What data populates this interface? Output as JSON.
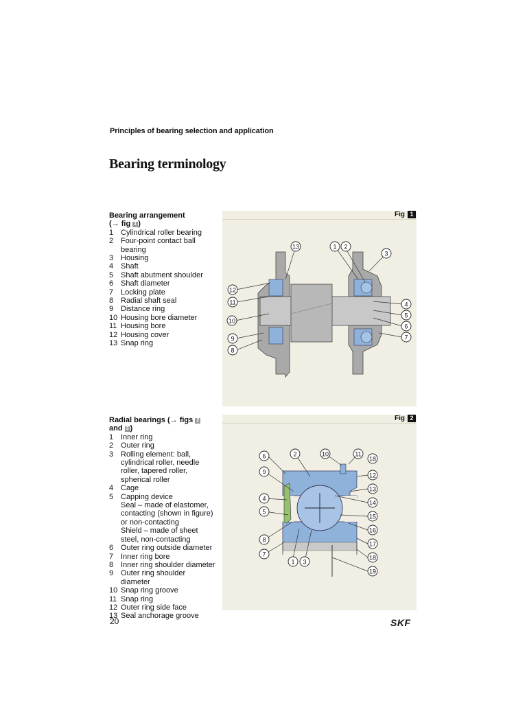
{
  "header": "Principles of bearing selection and application",
  "title": "Bearing terminology",
  "section1": {
    "heading": "Bearing arrangement",
    "ref_prefix": "(→ fig ",
    "ref_fig": "1",
    "ref_suffix": ")",
    "items": [
      {
        "num": "1",
        "label": "Cylindrical roller bearing"
      },
      {
        "num": "2",
        "label": "Four-point contact ball bearing"
      },
      {
        "num": "3",
        "label": "Housing"
      },
      {
        "num": "4",
        "label": "Shaft"
      },
      {
        "num": "5",
        "label": "Shaft abutment shoulder"
      },
      {
        "num": "6",
        "label": "Shaft diameter"
      },
      {
        "num": "7",
        "label": "Locking plate"
      },
      {
        "num": "8",
        "label": "Radial shaft seal"
      },
      {
        "num": "9",
        "label": "Distance ring"
      },
      {
        "num": "10",
        "label": "Housing bore diameter"
      },
      {
        "num": "11",
        "label": "Housing bore"
      },
      {
        "num": "12",
        "label": "Housing cover"
      },
      {
        "num": "13",
        "label": "Snap ring"
      }
    ]
  },
  "section2": {
    "heading": "Radial bearings",
    "ref_prefix": "(→ figs ",
    "ref_fig_a": "2",
    "ref_mid": "and ",
    "ref_fig_b": "3",
    "ref_suffix": ")",
    "items": [
      {
        "num": "1",
        "label": "Inner ring"
      },
      {
        "num": "2",
        "label": "Outer ring"
      },
      {
        "num": "3",
        "label": "Rolling element: ball, cylindrical roller, needle roller, tapered roller, spherical roller"
      },
      {
        "num": "4",
        "label": "Cage"
      },
      {
        "num": "5",
        "label": "Capping device"
      },
      {
        "num": "",
        "label": "Seal – made of elastomer, contacting (shown in figure) or non-contacting"
      },
      {
        "num": "",
        "label": "Shield – made of sheet steel, non-contacting"
      },
      {
        "num": "6",
        "label": "Outer ring outside diameter"
      },
      {
        "num": "7",
        "label": "Inner ring bore"
      },
      {
        "num": "8",
        "label": "Inner ring shoulder diameter"
      },
      {
        "num": "9",
        "label": "Outer ring shoulder diameter"
      },
      {
        "num": "10",
        "label": "Snap ring groove"
      },
      {
        "num": "11",
        "label": "Snap ring"
      },
      {
        "num": "12",
        "label": "Outer ring side face"
      },
      {
        "num": "13",
        "label": "Seal anchorage groove"
      }
    ]
  },
  "fig1": {
    "label": "Fig",
    "number": "1",
    "callouts": [
      "13",
      "1",
      "2",
      "3",
      "12",
      "11",
      "10",
      "9",
      "8",
      "4",
      "5",
      "6",
      "7"
    ]
  },
  "fig2": {
    "label": "Fig",
    "number": "2",
    "callouts": [
      "6",
      "2",
      "10",
      "11",
      "18",
      "9",
      "12",
      "13",
      "4",
      "14",
      "5",
      "15",
      "16",
      "8",
      "17",
      "7",
      "18",
      "1",
      "3",
      "19"
    ]
  },
  "footer": {
    "page_number": "20",
    "logo": "SKF"
  },
  "colors": {
    "panel": "#f1efe3",
    "bearing_blue": "#8fb2da",
    "steel_grey": "#a9a9a9"
  }
}
